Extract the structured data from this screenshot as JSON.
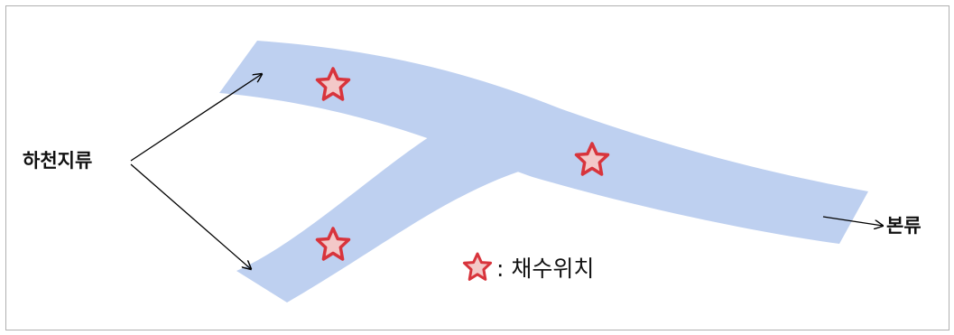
{
  "labels": {
    "tributary": "하천지류",
    "main_stream": "본류"
  },
  "legend": {
    "marker_icon": "star-icon",
    "text": ": 채수위치"
  },
  "colors": {
    "river_fill": "#bed0f0",
    "star_outline": "#d8343c",
    "star_inner": "#f3c8c8",
    "arrow": "#000000",
    "frame_border": "#b0b0b0"
  },
  "sampling_sites": [
    {
      "name": "upper-tributary-site"
    },
    {
      "name": "confluence-downstream-site"
    },
    {
      "name": "lower-tributary-site"
    }
  ]
}
